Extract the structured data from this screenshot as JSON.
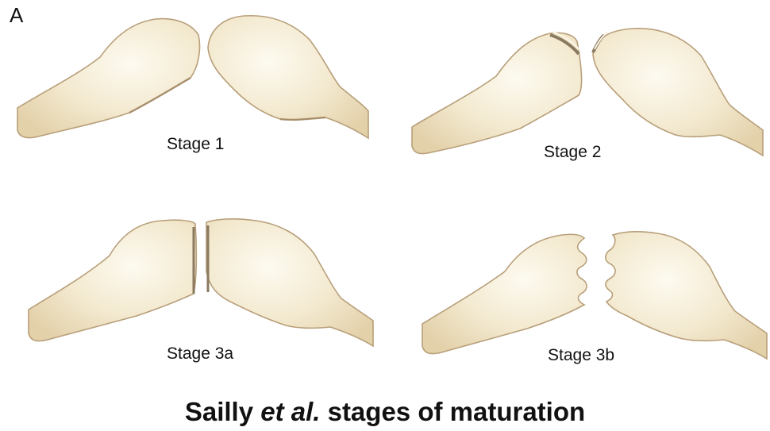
{
  "figure": {
    "panel_letter": "A",
    "title_pre": "Sailly ",
    "title_italic": "et al.",
    "title_post": " stages of maturation"
  },
  "stages": [
    {
      "label": "Stage 1"
    },
    {
      "label": "Stage 2"
    },
    {
      "label": "Stage 3a"
    },
    {
      "label": "Stage 3b"
    }
  ],
  "colors": {
    "bone_light": "#fbf5e4",
    "bone_mid": "#efe2c2",
    "bone_edge": "#d9c8a0",
    "shadow": "#b89f7a",
    "cartilage_outline": "#8a7a60"
  }
}
